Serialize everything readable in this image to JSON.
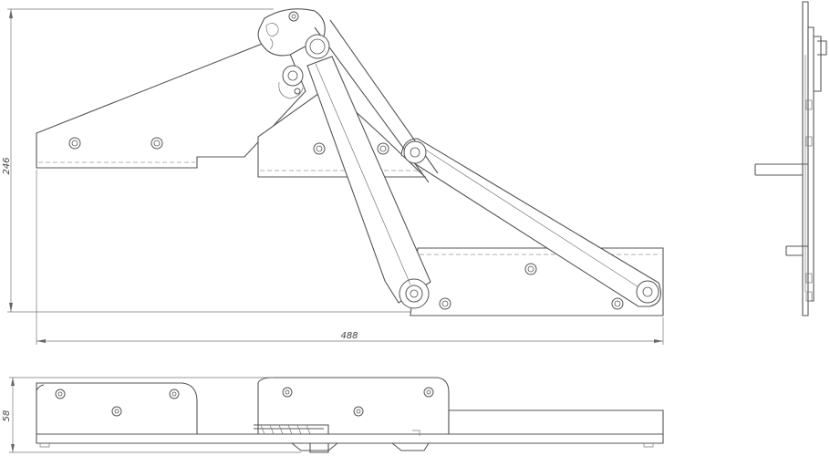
{
  "dimensions": {
    "overall_height": "246",
    "overall_width": "488",
    "thickness": "58"
  }
}
